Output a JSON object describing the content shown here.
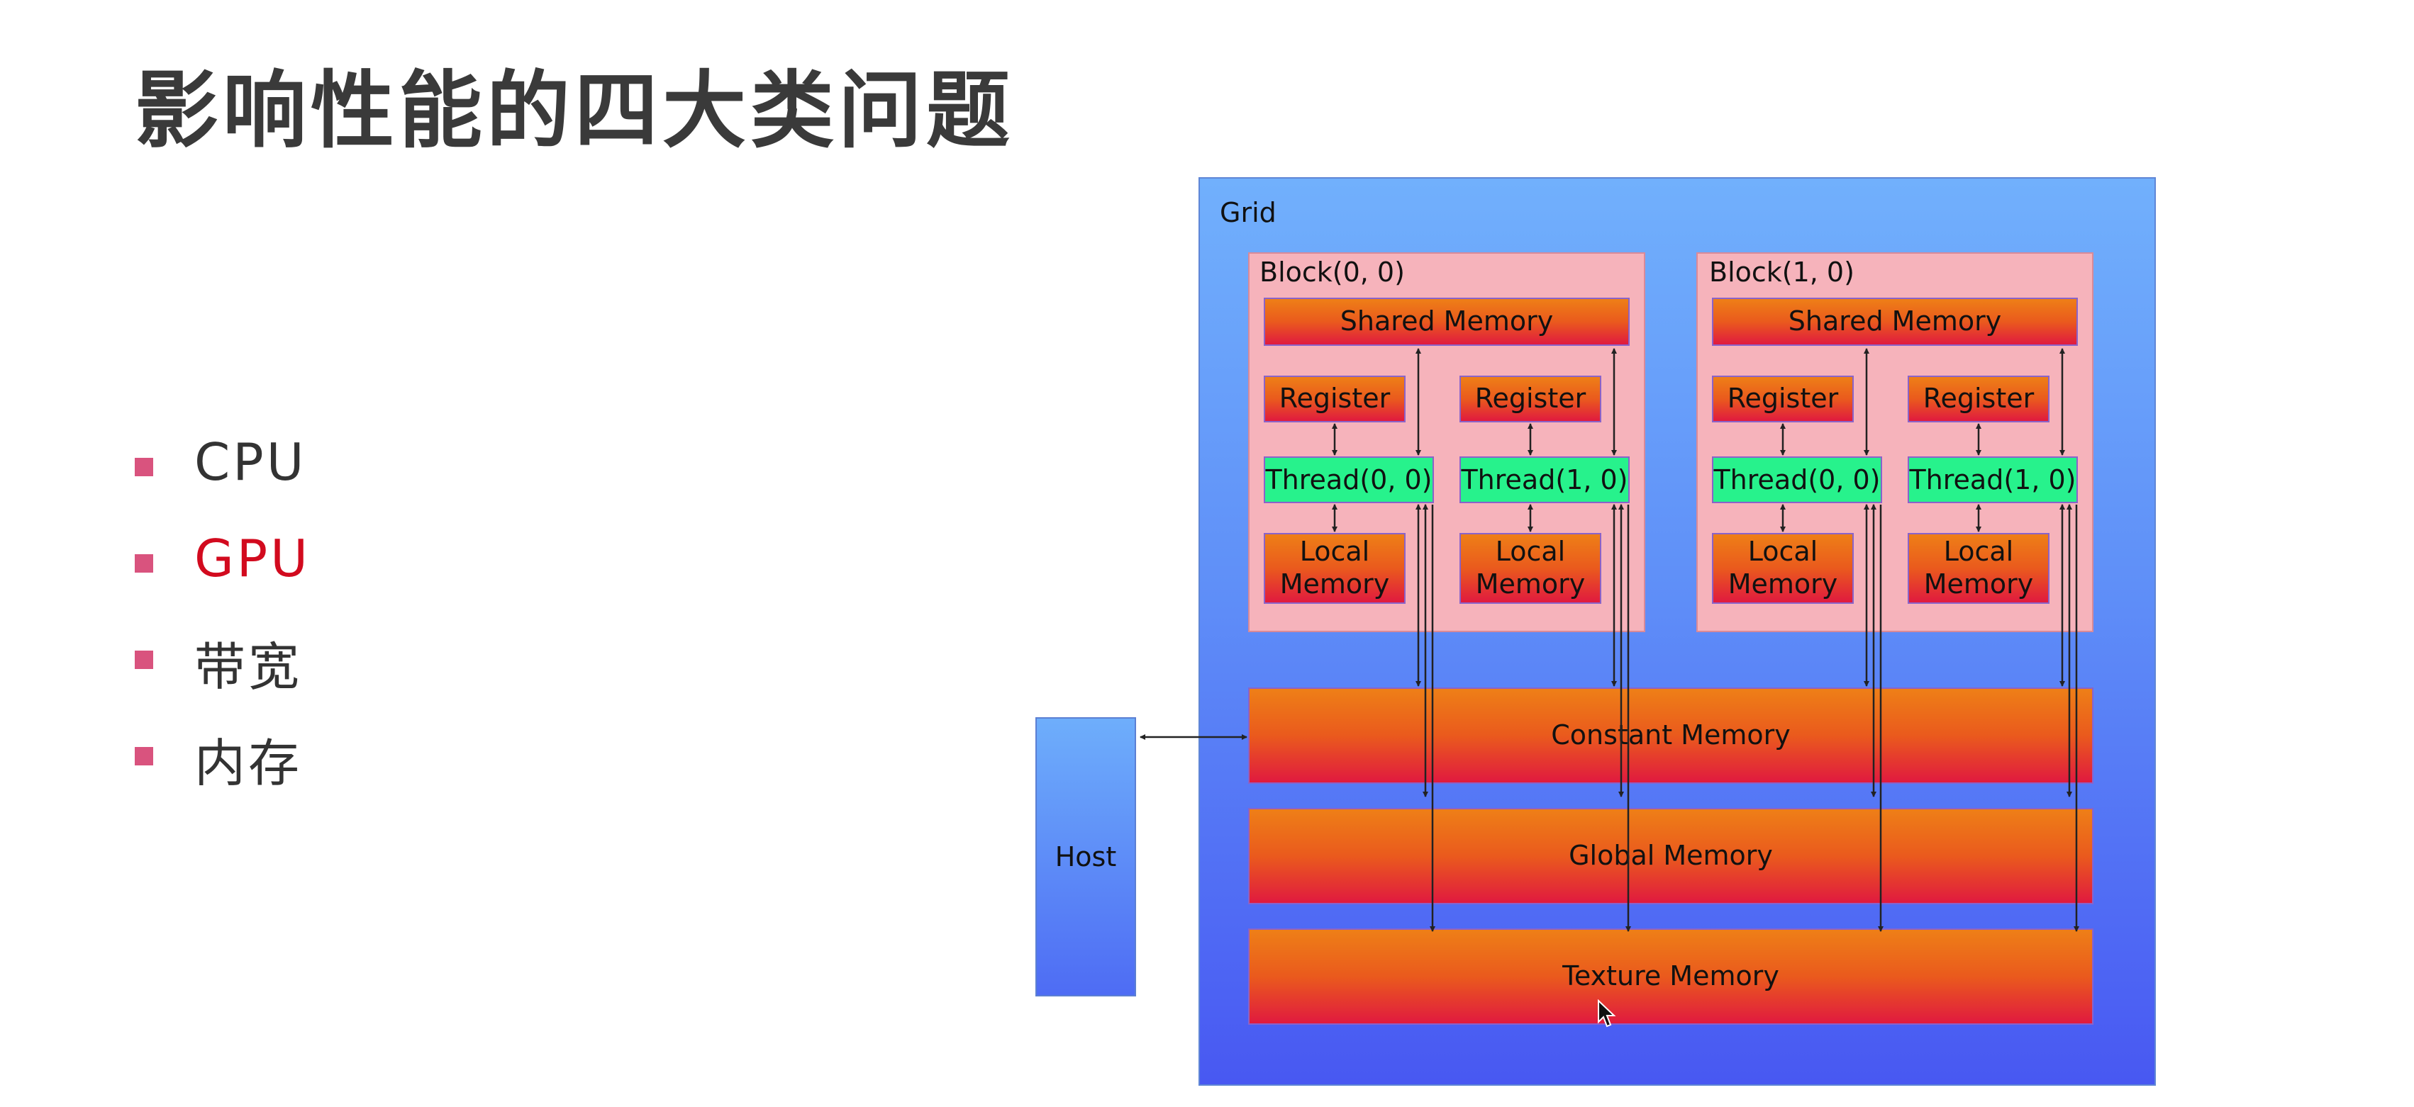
{
  "title": "影响性能的四大类问题",
  "bullets": [
    {
      "text": "CPU",
      "active": false
    },
    {
      "text": "GPU",
      "active": true
    },
    {
      "text": "带宽",
      "active": false
    },
    {
      "text": "内存",
      "active": false
    }
  ],
  "diagram": {
    "grid_label": "Grid",
    "blocks": [
      {
        "label": "Block(0, 0)",
        "shared": "Shared Memory",
        "threads": [
          {
            "register": "Register",
            "thread": "Thread(0, 0)",
            "local": "Local Memory"
          },
          {
            "register": "Register",
            "thread": "Thread(1, 0)",
            "local": "Local Memory"
          }
        ]
      },
      {
        "label": "Block(1, 0)",
        "shared": "Shared Memory",
        "threads": [
          {
            "register": "Register",
            "thread": "Thread(0, 0)",
            "local": "Local Memory"
          },
          {
            "register": "Register",
            "thread": "Thread(1, 0)",
            "local": "Local Memory"
          }
        ]
      }
    ],
    "constant_memory": "Constant Memory",
    "global_memory": "Global Memory",
    "texture_memory": "Texture Memory",
    "host": "Host"
  },
  "colors": {
    "bullet_marker": "#d9537e",
    "active_bullet": "#d20a1e",
    "thread": "#27f28c",
    "block": "#f6b3bb"
  }
}
